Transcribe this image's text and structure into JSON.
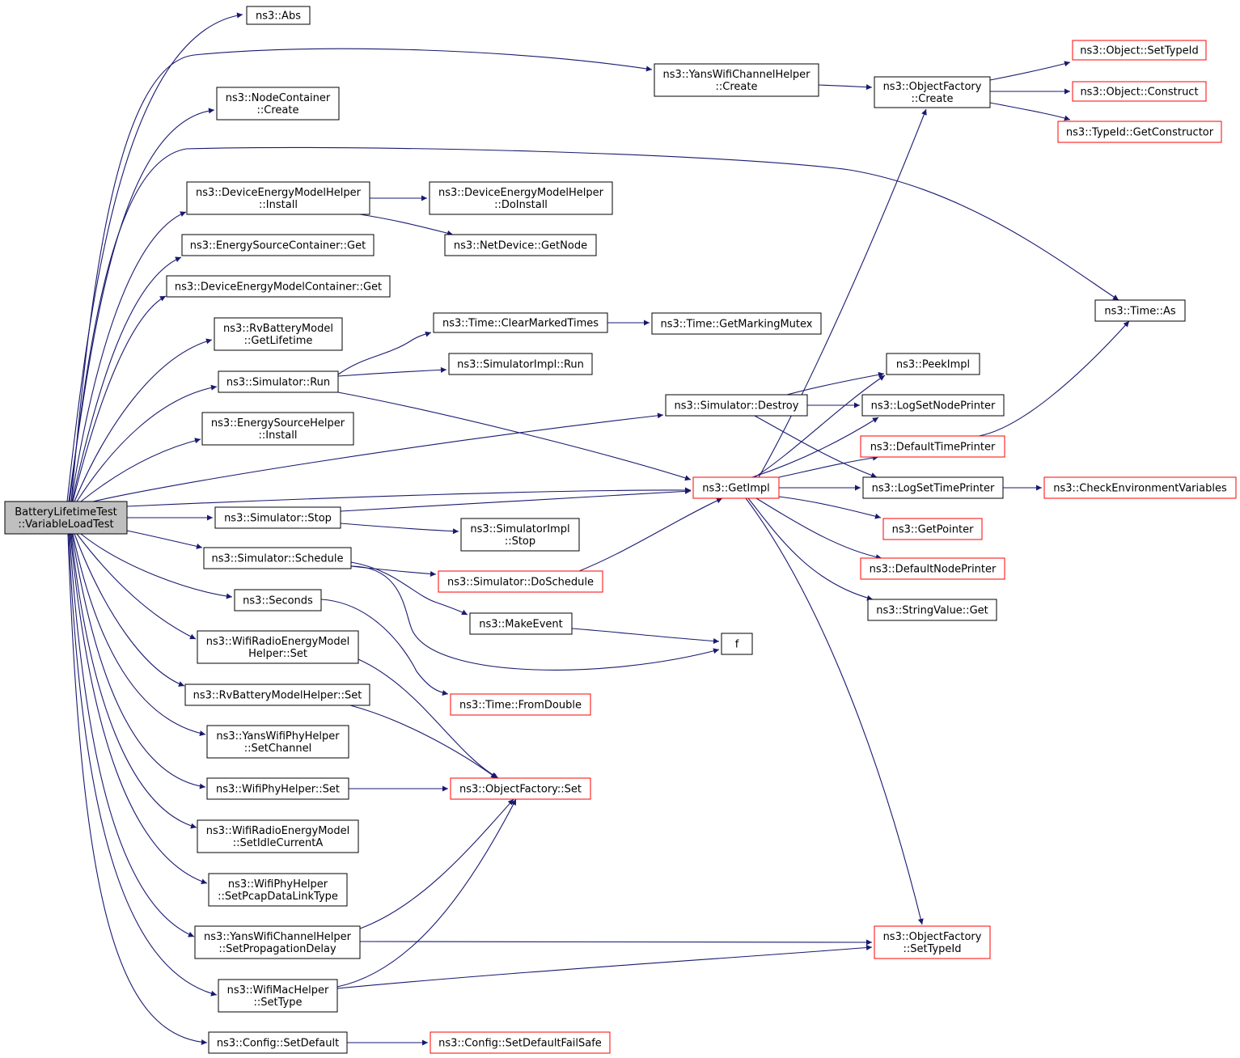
{
  "colors": {
    "edge": "#191970",
    "node_border": "#000000",
    "incomplete_node_border": "#ff0000",
    "root_fill": "#bfbfbf"
  },
  "nodes": {
    "root": {
      "lines": [
        "BatteryLifetimeTest",
        "::VariableLoadTest"
      ]
    },
    "abs": {
      "lines": [
        "ns3::Abs"
      ]
    },
    "ywch_create": {
      "lines": [
        "ns3::YansWifiChannelHelper",
        "::Create"
      ]
    },
    "of_create": {
      "lines": [
        "ns3::ObjectFactory",
        "::Create"
      ]
    },
    "obj_settypeid": {
      "lines": [
        "ns3::Object::SetTypeId"
      ]
    },
    "obj_construct": {
      "lines": [
        "ns3::Object::Construct"
      ]
    },
    "typeid_getctor": {
      "lines": [
        "ns3::TypeId::GetConstructor"
      ]
    },
    "nc_create": {
      "lines": [
        "ns3::NodeContainer",
        "::Create"
      ]
    },
    "demh_install": {
      "lines": [
        "ns3::DeviceEnergyModelHelper",
        "::Install"
      ]
    },
    "demh_doinstall": {
      "lines": [
        "ns3::DeviceEnergyModelHelper",
        "::DoInstall"
      ]
    },
    "nd_getnode": {
      "lines": [
        "ns3::NetDevice::GetNode"
      ]
    },
    "esc_get": {
      "lines": [
        "ns3::EnergySourceContainer::Get"
      ]
    },
    "demc_get": {
      "lines": [
        "ns3::DeviceEnergyModelContainer::Get"
      ]
    },
    "time_as": {
      "lines": [
        "ns3::Time::As"
      ]
    },
    "rvb_getlifetime": {
      "lines": [
        "ns3::RvBatteryModel",
        "::GetLifetime"
      ]
    },
    "time_clearmarked": {
      "lines": [
        "ns3::Time::ClearMarkedTimes"
      ]
    },
    "time_getmutex": {
      "lines": [
        "ns3::Time::GetMarkingMutex"
      ]
    },
    "sim_run": {
      "lines": [
        "ns3::Simulator::Run"
      ]
    },
    "simimpl_run": {
      "lines": [
        "ns3::SimulatorImpl::Run"
      ]
    },
    "peekimpl": {
      "lines": [
        "ns3::PeekImpl"
      ]
    },
    "sim_destroy": {
      "lines": [
        "ns3::Simulator::Destroy"
      ]
    },
    "logsetnodeprinter": {
      "lines": [
        "ns3::LogSetNodePrinter"
      ]
    },
    "esh_install": {
      "lines": [
        "ns3::EnergySourceHelper",
        "::Install"
      ]
    },
    "defaulttimeprinter": {
      "lines": [
        "ns3::DefaultTimePrinter"
      ]
    },
    "getimpl": {
      "lines": [
        "ns3::GetImpl"
      ]
    },
    "logsettimeprinter": {
      "lines": [
        "ns3::LogSetTimePrinter"
      ]
    },
    "checkenv": {
      "lines": [
        "ns3::CheckEnvironmentVariables"
      ]
    },
    "sim_stop": {
      "lines": [
        "ns3::Simulator::Stop"
      ]
    },
    "simimpl_stop": {
      "lines": [
        "ns3::SimulatorImpl",
        "::Stop"
      ]
    },
    "getpointer": {
      "lines": [
        "ns3::GetPointer"
      ]
    },
    "sim_schedule": {
      "lines": [
        "ns3::Simulator::Schedule"
      ]
    },
    "sim_doschedule": {
      "lines": [
        "ns3::Simulator::DoSchedule"
      ]
    },
    "defaultnodeprinter": {
      "lines": [
        "ns3::DefaultNodePrinter"
      ]
    },
    "seconds": {
      "lines": [
        "ns3::Seconds"
      ]
    },
    "stringvalue_get": {
      "lines": [
        "ns3::StringValue::Get"
      ]
    },
    "makeevent": {
      "lines": [
        "ns3::MakeEvent"
      ]
    },
    "f": {
      "lines": [
        "f"
      ]
    },
    "wremh_set": {
      "lines": [
        "ns3::WifiRadioEnergyModel",
        "Helper::Set"
      ]
    },
    "rvbmh_set": {
      "lines": [
        "ns3::RvBatteryModelHelper::Set"
      ]
    },
    "time_fromdouble": {
      "lines": [
        "ns3::Time::FromDouble"
      ]
    },
    "ywph_setchannel": {
      "lines": [
        "ns3::YansWifiPhyHelper",
        "::SetChannel"
      ]
    },
    "wph_set": {
      "lines": [
        "ns3::WifiPhyHelper::Set"
      ]
    },
    "of_set": {
      "lines": [
        "ns3::ObjectFactory::Set"
      ]
    },
    "wrem_setidle": {
      "lines": [
        "ns3::WifiRadioEnergyModel",
        "::SetIdleCurrentA"
      ]
    },
    "wph_setpcap": {
      "lines": [
        "ns3::WifiPhyHelper",
        "::SetPcapDataLinkType"
      ]
    },
    "ywch_setprop": {
      "lines": [
        "ns3::YansWifiChannelHelper",
        "::SetPropagationDelay"
      ]
    },
    "of_settypeid": {
      "lines": [
        "ns3::ObjectFactory",
        "::SetTypeId"
      ]
    },
    "wmh_settype": {
      "lines": [
        "ns3::WifiMacHelper",
        "::SetType"
      ]
    },
    "config_setdefault": {
      "lines": [
        "ns3::Config::SetDefault"
      ]
    },
    "config_setdefaultfs": {
      "lines": [
        "ns3::Config::SetDefaultFailSafe"
      ]
    }
  }
}
